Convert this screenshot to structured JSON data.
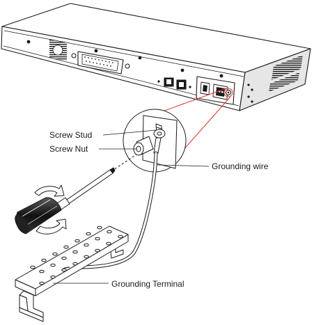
{
  "labels": {
    "screw_stud": "Screw Stud",
    "screw_nut": "Screw Nut",
    "grounding_wire": "Grounding wire",
    "grounding_terminal": "Grounding Terminal"
  },
  "colors": {
    "line": "#1a1a1a",
    "callout": "#e0322d",
    "device_side": "#e6e6e6",
    "background": "#ffffff"
  },
  "icons": {
    "rotate_arrows": "rotate-arrows-icon"
  }
}
